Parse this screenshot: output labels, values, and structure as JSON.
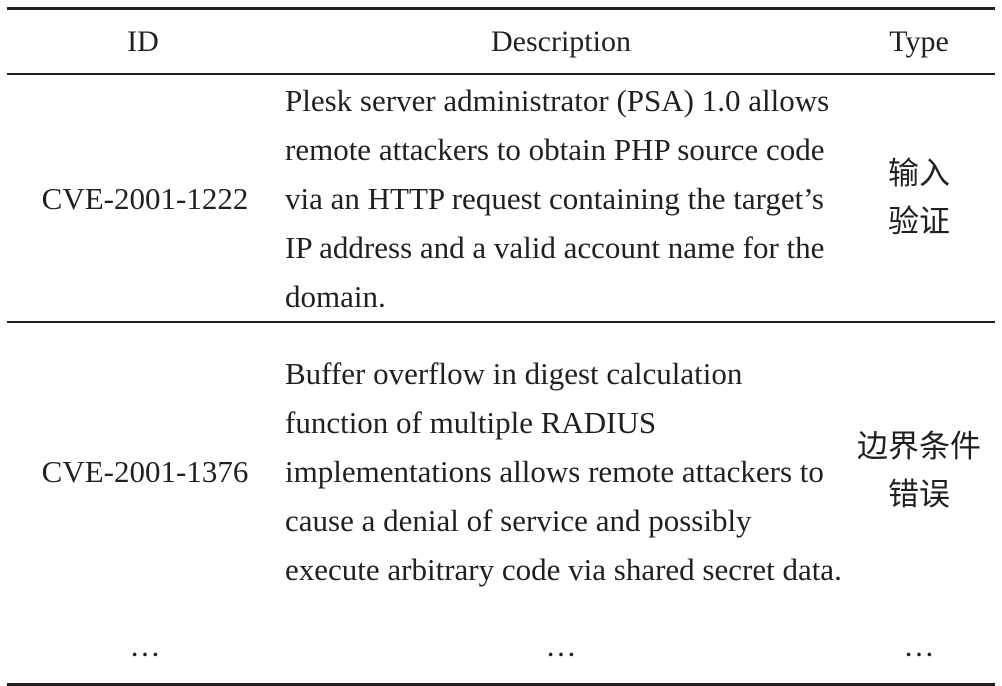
{
  "table": {
    "headers": [
      "ID",
      "Description",
      "Type"
    ],
    "rows": [
      {
        "id": "CVE-2001-1222",
        "description": "Plesk server administrator (PSA) 1.0 allows remote attackers to obtain PHP source code via an HTTP request containing the target’s IP address and a valid account name for the domain.",
        "type": "输入验证"
      },
      {
        "id": "CVE-2001-1376",
        "description": "Buffer overflow in digest calculation function of multiple RADIUS implementations allows remote attackers to cause a denial of service and possibly execute arbitrary code via shared secret data.",
        "type": "边界条件错误"
      },
      {
        "id": "…",
        "description": "…",
        "type": "…"
      }
    ]
  }
}
